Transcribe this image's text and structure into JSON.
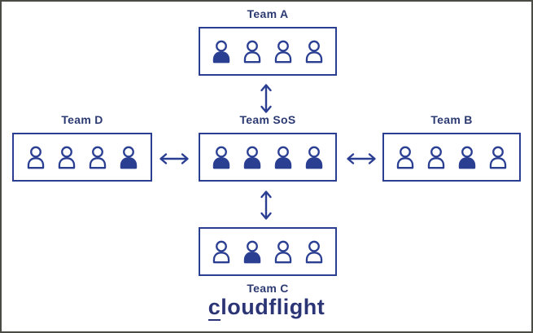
{
  "colors": {
    "accent_blue": "#2b3f92",
    "label_text": "#2c3a72",
    "logo_text": "#2b3575",
    "frame_border": "#4b4b46",
    "background": "#ffffff"
  },
  "diagram": {
    "teams": [
      {
        "id": "team-a",
        "label": "Team A",
        "position": "top",
        "label_position": "above",
        "members_filled": [
          true,
          false,
          false,
          false
        ]
      },
      {
        "id": "team-d",
        "label": "Team D",
        "position": "left",
        "label_position": "above",
        "members_filled": [
          false,
          false,
          false,
          true
        ]
      },
      {
        "id": "team-sos",
        "label": "Team SoS",
        "position": "center",
        "label_position": "above",
        "members_filled": [
          true,
          true,
          true,
          true
        ]
      },
      {
        "id": "team-b",
        "label": "Team B",
        "position": "right",
        "label_position": "above",
        "members_filled": [
          false,
          false,
          true,
          false
        ]
      },
      {
        "id": "team-c",
        "label": "Team C",
        "position": "bottom",
        "label_position": "below",
        "members_filled": [
          false,
          true,
          false,
          false
        ]
      }
    ],
    "arrows": [
      {
        "id": "arrow-top",
        "orientation": "vertical",
        "connects": [
          "Team A",
          "Team SoS"
        ]
      },
      {
        "id": "arrow-left",
        "orientation": "horizontal",
        "connects": [
          "Team D",
          "Team SoS"
        ]
      },
      {
        "id": "arrow-right",
        "orientation": "horizontal",
        "connects": [
          "Team SoS",
          "Team B"
        ]
      },
      {
        "id": "arrow-bottom",
        "orientation": "vertical",
        "connects": [
          "Team SoS",
          "Team C"
        ]
      }
    ]
  },
  "footer": {
    "logo_text": "cloudflight",
    "logo_first_letter": "c",
    "logo_rest": "loudflight"
  }
}
